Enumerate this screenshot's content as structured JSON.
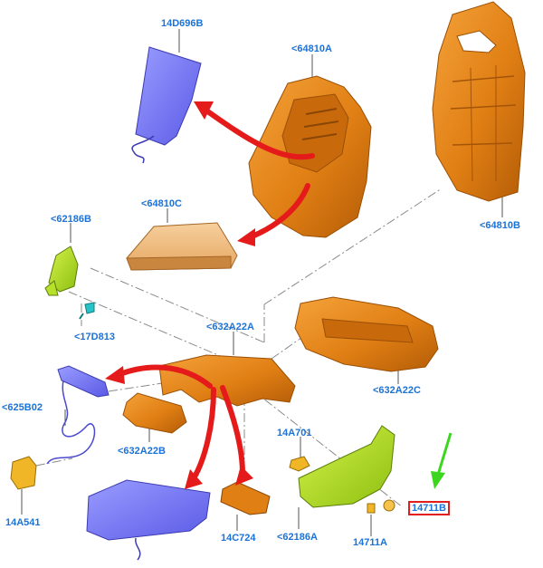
{
  "labels": {
    "l14D696B": "14D696B",
    "l64810A": "<64810A",
    "l64810B": "<64810B",
    "l64810C": "<64810C",
    "l62186B": "<62186B",
    "l17D813": "<17D813",
    "l632A22A": "<632A22A",
    "l632A22C": "<632A22C",
    "l625B02": "<625B02",
    "l632A22B": "<632A22B",
    "l14A701": "14A701",
    "l14A541": "14A541",
    "l14C724": "14C724",
    "l62186A": "<62186A",
    "l14711A": "14711A",
    "l14711B": "14711B"
  },
  "colors": {
    "label": "#1a73d9",
    "foam_orange": "#e07f14",
    "foam_dark": "#b85f08",
    "blue_part": "#6c6cf0",
    "green_part": "#a7d81a",
    "red_arrow": "#e51b1b",
    "green_arrow": "#3dd61f",
    "highlight_box": "#e11d1d",
    "dash_line": "#888888"
  }
}
